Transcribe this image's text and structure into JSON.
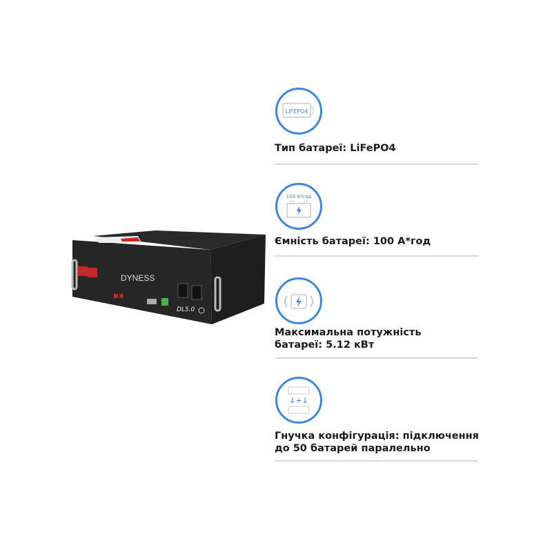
{
  "product": {
    "brand": "DYNESS",
    "model": "DL5.0",
    "brand_color": "#c0392b"
  },
  "features": [
    {
      "icon": "lifepo4-battery-icon",
      "icon_text": "LIFEPO4",
      "title": "Тип батареї: LiFePO4"
    },
    {
      "icon": "battery-capacity-icon",
      "icon_text": "100 А*год",
      "title": "Ємність батареї: 100 А*год"
    },
    {
      "icon": "battery-power-icon",
      "title_line1": "Максимальна потужність",
      "title_line2": "батареї: 5.12 кВт"
    },
    {
      "icon": "parallel-batteries-icon",
      "title_line1": "Гнучка конфігурація: підключення",
      "title_line2": "до 50 батарей паралельно"
    }
  ],
  "accent": "#3f86d6"
}
